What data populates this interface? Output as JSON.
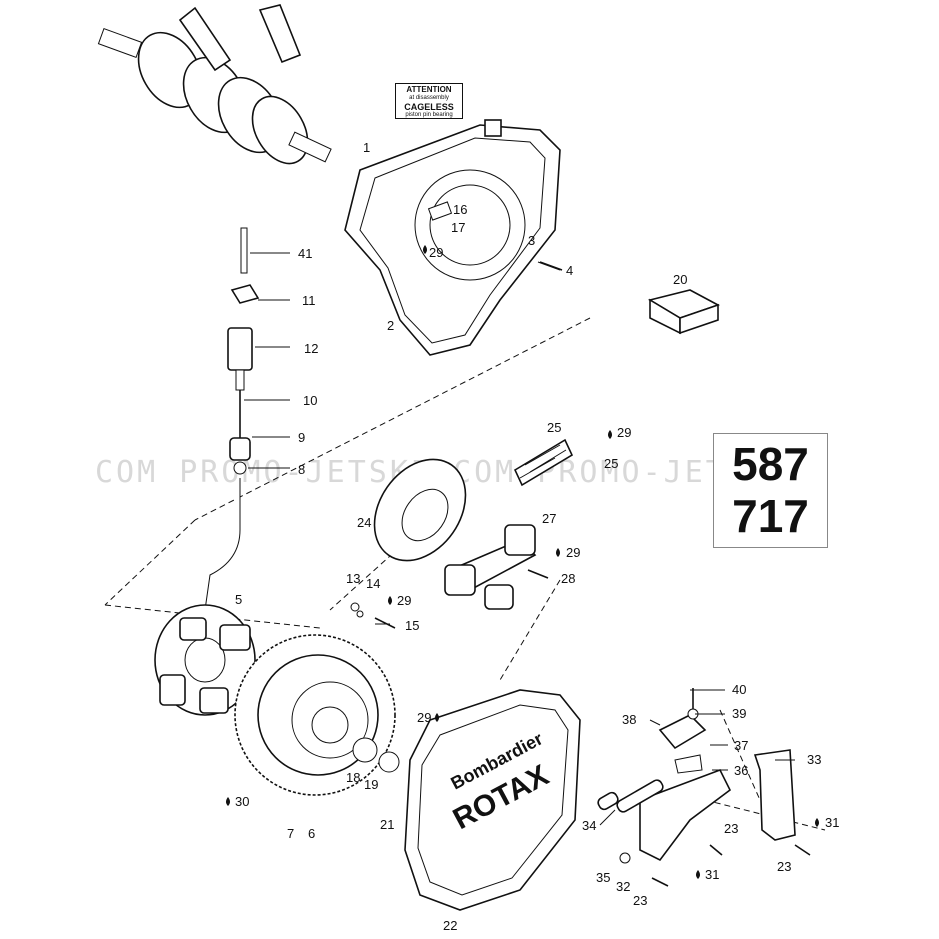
{
  "watermark": {
    "text": "COM PROMO-JETSKI.COM PROMO-JETSKI"
  },
  "engine_codes": {
    "line1": "587",
    "line2": "717"
  },
  "decal": {
    "line1": "ATTENTION",
    "line2": "at disassembly",
    "line3": "CAGELESS",
    "line4": "piston pin bearing"
  },
  "cover_brand": {
    "line1": "Bombardier",
    "line2": "ROTAX"
  },
  "callouts": {
    "c1": "1",
    "c2": "2",
    "c3": "3",
    "c4": "4",
    "c5": "5",
    "c6": "6",
    "c7": "7",
    "c8": "8",
    "c9": "9",
    "c10": "10",
    "c11": "11",
    "c12": "12",
    "c13": "13",
    "c14": "14",
    "c15": "15",
    "c16": "16",
    "c17": "17",
    "c18": "18",
    "c19": "19",
    "c20": "20",
    "c21": "21",
    "c22": "22",
    "c23a": "23",
    "c23b": "23",
    "c23c": "23",
    "c24": "24",
    "c25a": "25",
    "c25b": "25",
    "c27": "27",
    "c28": "28",
    "c29a": "29",
    "c29b": "29",
    "c29c": "29",
    "c29d": "29",
    "c29e": "29",
    "c30": "30",
    "c31a": "31",
    "c31b": "31",
    "c32": "32",
    "c33": "33",
    "c34": "34",
    "c35": "35",
    "c36": "36",
    "c37": "37",
    "c38": "38",
    "c39": "39",
    "c40": "40",
    "c41": "41"
  },
  "colors": {
    "ink": "#111111",
    "watermark": "#d8d8d8",
    "background": "#ffffff"
  }
}
